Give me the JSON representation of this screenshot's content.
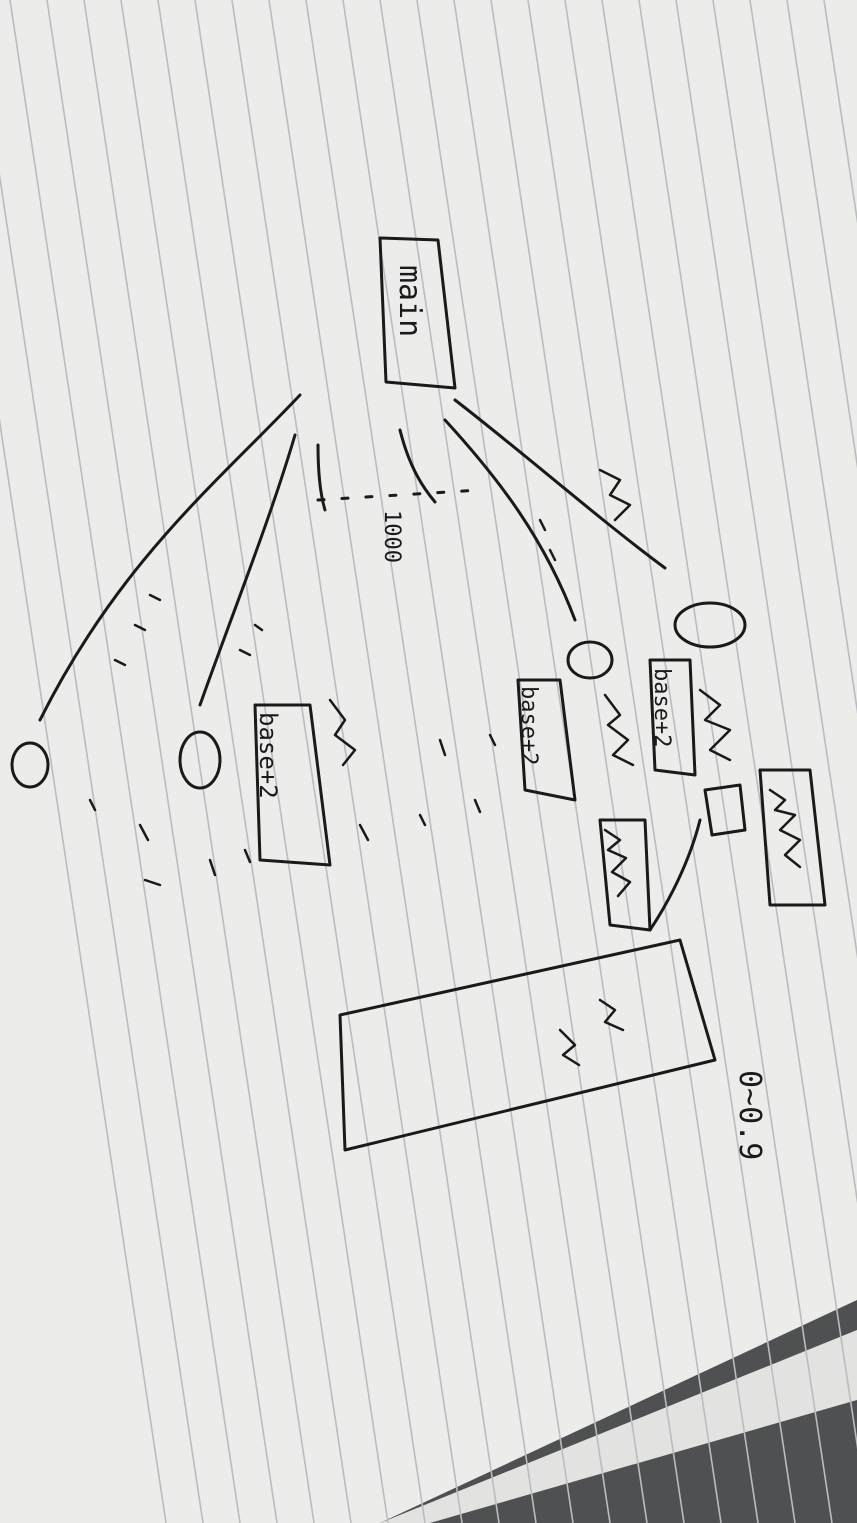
{
  "photo": {
    "subject": "handwritten sketch on lined notebook paper, photographed rotated 90 degrees",
    "paper_color": "#ececeb",
    "rule_color": "#b9bcc0",
    "ink_color": "#1a1a1a",
    "background_color": "#5a5c5e"
  },
  "sketch": {
    "root_label": "main",
    "loop_label": "1000",
    "child_box_label": "base+2",
    "annotation_range": "0~0.9",
    "handwritten_cjk_note": "handwritten Chinese characters (not legible enough to transcribe)"
  }
}
